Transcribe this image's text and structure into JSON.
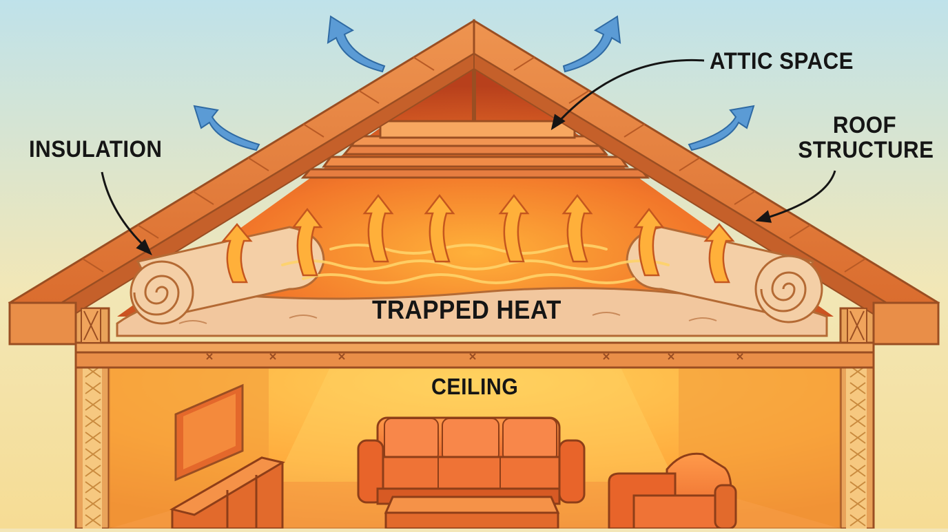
{
  "labels": {
    "insulation": "INSULATION",
    "attic_space": "ATTIC SPACE",
    "roof_structure_line1": "ROOF",
    "roof_structure_line2": "STRUCTURE",
    "trapped_heat": "TRAPPED HEAT",
    "ceiling": "CEILING"
  },
  "colors": {
    "sky_top": "#bfe2ea",
    "sky_bottom": "#f6e6a6",
    "roof": "#e8843f",
    "roof_dark": "#b9531f",
    "attic_glow": "#ff8a2a",
    "insulation": "#f3c79e",
    "room": "#ffb545",
    "airflow_arrow": "#5b9bd5",
    "heat_arrow": "#ffb03a",
    "label_text": "#151515"
  }
}
